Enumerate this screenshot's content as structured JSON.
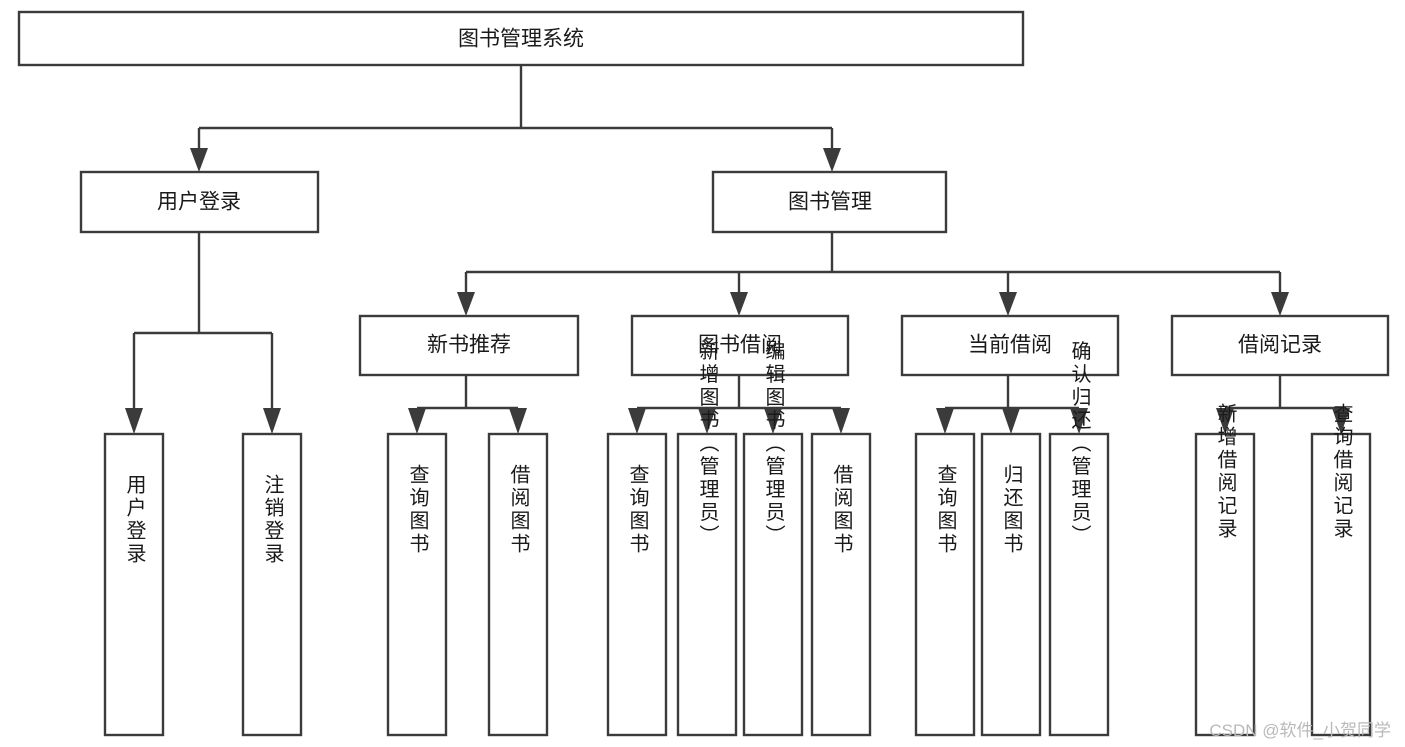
{
  "diagram": {
    "type": "tree",
    "title_text": "图书管理系统",
    "watermark": "CSDN @软件_小贺同学",
    "colors": {
      "background": "#ffffff",
      "box_stroke": "#3b3b3b",
      "box_fill": "#ffffff",
      "text": "#1a1a1a",
      "watermark": "#b9b9b9"
    },
    "nodes": {
      "root": "图书管理系统",
      "level1": {
        "user_login": "用户登录",
        "book_manage": "图书管理"
      },
      "level2": {
        "new_book_recommend": "新书推荐",
        "book_borrow": "图书借阅",
        "current_borrow": "当前借阅",
        "borrow_record": "借阅记录"
      },
      "leaves": {
        "user_login_1": "用户登录",
        "user_login_2": "注销登录",
        "new_book_1": "查询图书",
        "new_book_2": "借阅图书",
        "book_borrow_1": "查询图书",
        "book_borrow_2": "新增图书（管理员）",
        "book_borrow_3": "编辑图书（管理员）",
        "book_borrow_4": "借阅图书",
        "current_borrow_1": "查询图书",
        "current_borrow_2": "归还图书",
        "current_borrow_3": "确认归还（管理员）",
        "borrow_record_1": "新增借阅记录",
        "borrow_record_2": "查询借阅记录"
      }
    }
  }
}
